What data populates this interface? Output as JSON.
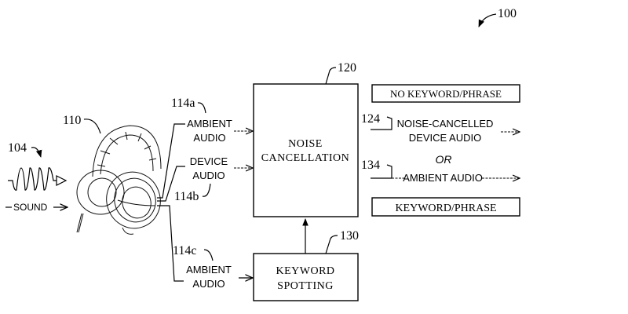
{
  "figure": {
    "ref": "100",
    "headphones": {
      "ref": "110"
    },
    "sound_input": {
      "ref": "104",
      "label": "SOUND"
    },
    "signals": [
      {
        "ref": "114a",
        "line1": "AMBIENT",
        "line2": "AUDIO"
      },
      {
        "ref": "114b",
        "line1": "DEVICE",
        "line2": "AUDIO"
      },
      {
        "ref": "114c",
        "line1": "AMBIENT",
        "line2": "AUDIO"
      }
    ],
    "noise_cancellation": {
      "ref": "120",
      "line1": "NOISE",
      "line2": "CANCELLATION"
    },
    "keyword_spotting": {
      "ref": "130",
      "line1": "KEYWORD",
      "line2": "SPOTTING"
    },
    "outputs": {
      "no_keyword_label": "NO KEYWORD/PHRASE",
      "keyword_label": "KEYWORD/PHRASE",
      "noise_cancelled": {
        "ref": "124",
        "line1": "NOISE-CANCELLED",
        "line2": "DEVICE AUDIO"
      },
      "or_label": "OR",
      "ambient": {
        "ref": "134",
        "label": "AMBIENT AUDIO"
      }
    }
  }
}
